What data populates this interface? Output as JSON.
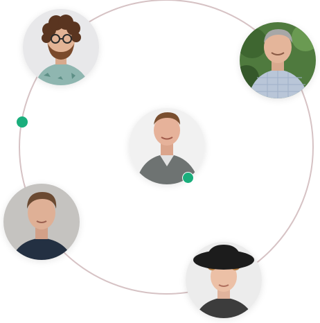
{
  "colors": {
    "orbit_stroke": "#d6c2c4",
    "status_dot": "#1aae7c",
    "background": "#ffffff"
  },
  "team": {
    "members": [
      {
        "label": "team-member-curly-hair-glasses"
      },
      {
        "label": "team-member-gray-hair-checked-shirt"
      },
      {
        "label": "team-member-center-gray-shirt"
      },
      {
        "label": "team-member-short-hair-dark-shirt"
      },
      {
        "label": "team-member-black-hat"
      }
    ],
    "online_indicator": "online"
  },
  "icons": [
    "status-dot-icon",
    "orbit-dot-icon"
  ]
}
